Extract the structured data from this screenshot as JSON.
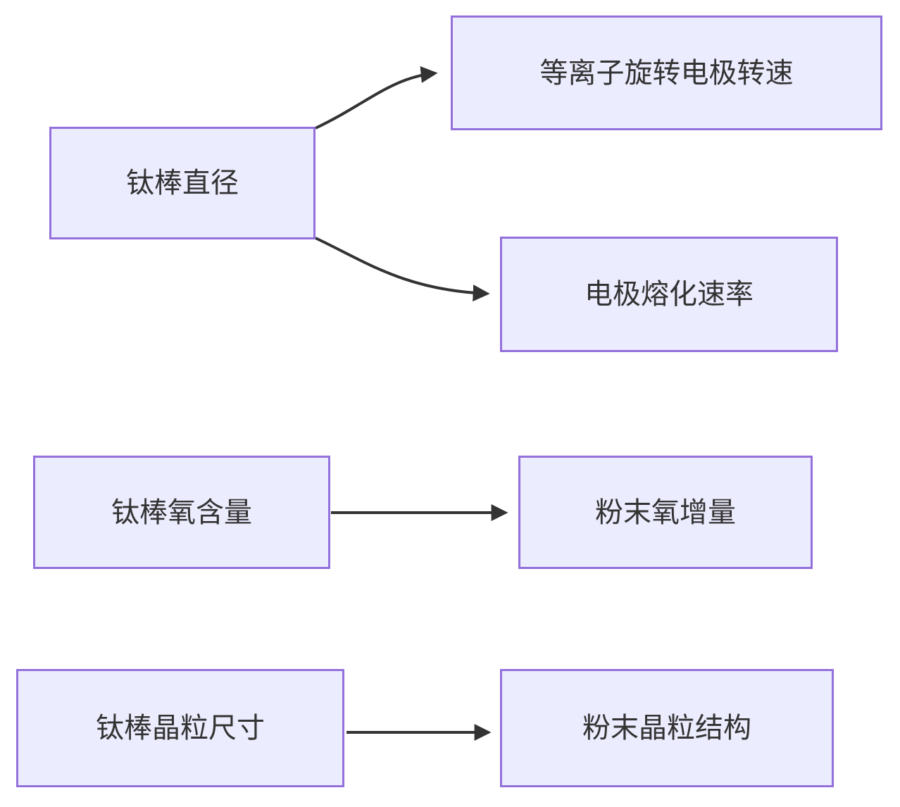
{
  "diagram": {
    "type": "flowchart",
    "direction": "left-to-right",
    "colors": {
      "node_fill": "#ECECFF",
      "node_border": "#9370DB",
      "edge_stroke": "#333333",
      "text": "#333333",
      "background": "#FFFFFF"
    }
  },
  "nodes": [
    {
      "id": "titanium-rod-diameter",
      "label": "钛棒直径"
    },
    {
      "id": "plasma-electrode-speed",
      "label": "等离子旋转电极转速"
    },
    {
      "id": "electrode-melting-rate",
      "label": "电极熔化速率"
    },
    {
      "id": "titanium-rod-oxygen",
      "label": "钛棒氧含量"
    },
    {
      "id": "powder-oxygen-increase",
      "label": "粉末氧增量"
    },
    {
      "id": "titanium-rod-grain-size",
      "label": "钛棒晶粒尺寸"
    },
    {
      "id": "powder-grain-structure",
      "label": "粉末晶粒结构"
    }
  ],
  "edges": [
    {
      "from": "钛棒直径",
      "to": "等离子旋转电极转速",
      "style": "curved"
    },
    {
      "from": "钛棒直径",
      "to": "电极熔化速率",
      "style": "curved"
    },
    {
      "from": "钛棒氧含量",
      "to": "粉末氧增量",
      "style": "straight"
    },
    {
      "from": "钛棒晶粒尺寸",
      "to": "粉末晶粒结构",
      "style": "straight"
    }
  ]
}
